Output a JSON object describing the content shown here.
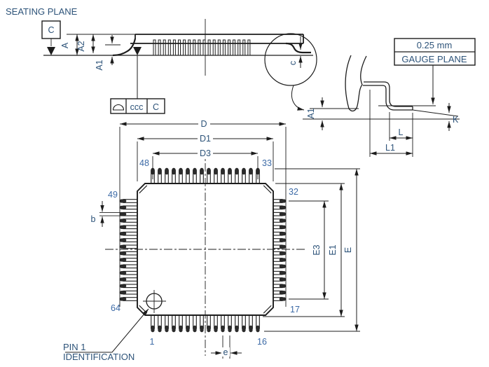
{
  "side_view": {
    "seating_plane": "SEATING PLANE",
    "datum": "C",
    "dims": {
      "A": "A",
      "A2": "A2",
      "A1": "A1",
      "c": "c"
    },
    "fcf": {
      "tol": "ccc",
      "datum": "C"
    }
  },
  "lead_detail": {
    "gauge_value": "0.25 mm",
    "gauge_plane": "GAUGE PLANE",
    "dims": {
      "A1": "A1",
      "L": "L",
      "L1": "L1",
      "K": "K"
    }
  },
  "top_view": {
    "dims": {
      "D": "D",
      "D1": "D1",
      "D3": "D3",
      "E": "E",
      "E1": "E1",
      "E3": "E3",
      "b": "b",
      "e": "e"
    },
    "pins": {
      "p48": "48",
      "p33": "33",
      "p49": "49",
      "p32": "32",
      "p64": "64",
      "p17": "17",
      "p1": "1",
      "p16": "16"
    },
    "pin1_label_1": "PIN 1",
    "pin1_label_2": "IDENTIFICATION"
  },
  "colors": {
    "line": "#1c1c1c",
    "label": "#2d5379",
    "pin_label": "#3c6aa6"
  }
}
